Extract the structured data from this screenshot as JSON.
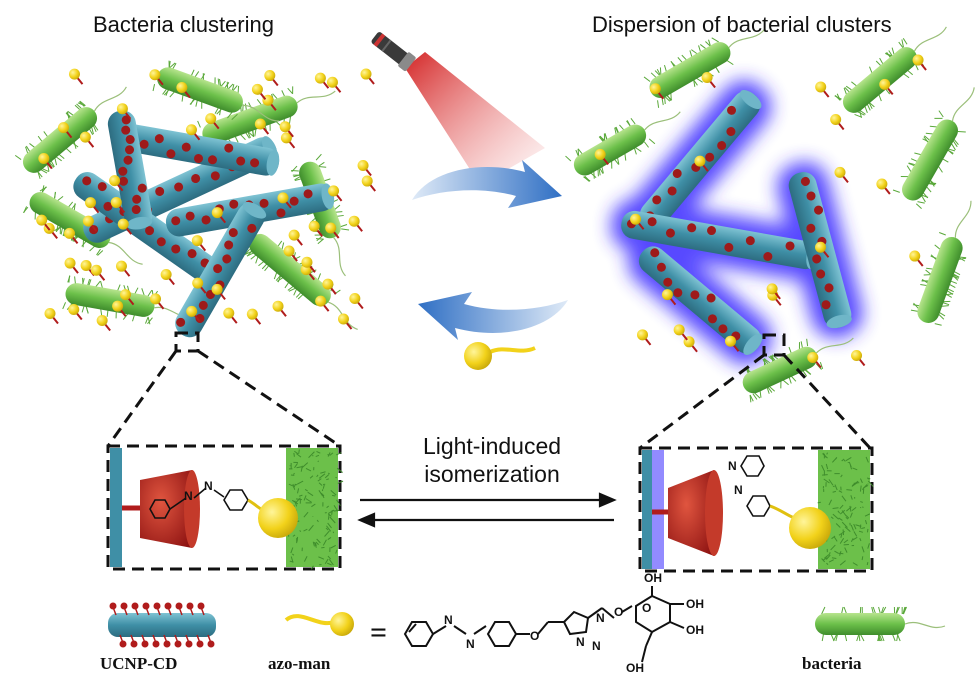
{
  "titles": {
    "left": "Bacteria clustering",
    "right": "Dispersion of bacterial clusters"
  },
  "process": {
    "line1": "Light-induced",
    "line2": "isomerization"
  },
  "legend": {
    "ucnp": "UCNP-CD",
    "azo": "azo-man",
    "equals": "=",
    "bacteria": "bacteria"
  },
  "chem_labels": {
    "n": "N",
    "oh": "OH",
    "o": "O"
  },
  "colors": {
    "rod": "#4a9bb0",
    "cup": "#b01c1c",
    "azo": "#f2d21a",
    "bacteria": "#6cc04a",
    "glow": "#3b2cff",
    "arrow": "#2f6fc4",
    "light": "#d11a1a"
  }
}
